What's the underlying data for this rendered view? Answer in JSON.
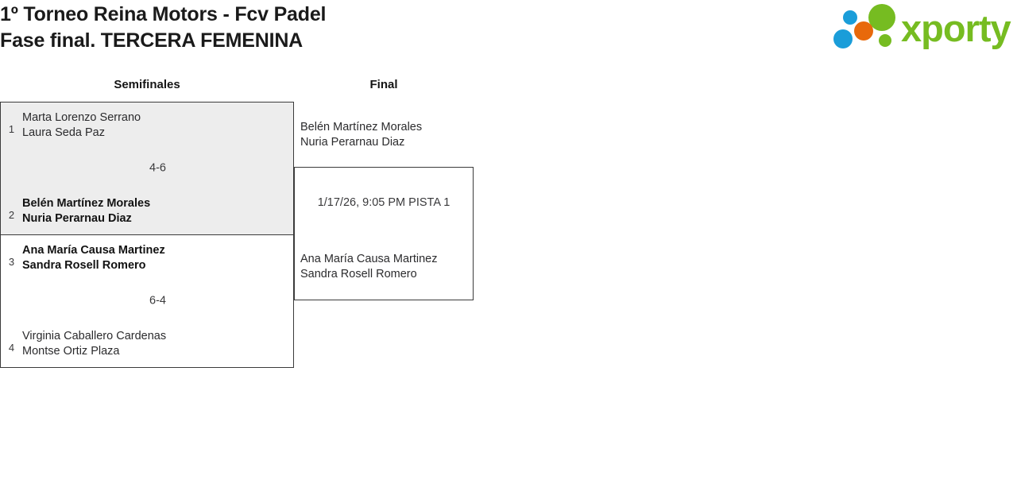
{
  "header": {
    "title_line1": "1º Torneo Reina Motors - Fcv Padel",
    "title_line2": "Fase final. TERCERA FEMENINA",
    "logo_text": "xporty",
    "logo_colors": {
      "green": "#76bc21",
      "orange": "#e8690b",
      "blue": "#1a9dd9"
    }
  },
  "bracket": {
    "rounds": [
      {
        "name": "semifinales",
        "label": "Semifinales"
      },
      {
        "name": "final",
        "label": "Final"
      }
    ],
    "semifinals": [
      {
        "shaded": true,
        "score": "4-6",
        "teams": [
          {
            "seed": "1",
            "winner": false,
            "player1": "Marta Lorenzo Serrano",
            "player2": "Laura Seda Paz"
          },
          {
            "seed": "2",
            "winner": true,
            "player1": "Belén Martínez Morales",
            "player2": "Nuria Perarnau Diaz"
          }
        ]
      },
      {
        "shaded": false,
        "score": "6-4",
        "teams": [
          {
            "seed": "3",
            "winner": true,
            "player1": "Ana María Causa Martinez",
            "player2": "Sandra Rosell Romero"
          },
          {
            "seed": "4",
            "winner": false,
            "player1": "Virginia Caballero Cardenas",
            "player2": "Montse Ortiz Plaza"
          }
        ]
      }
    ],
    "final": {
      "meta": "1/17/26, 9:05 PM PISTA 1",
      "teams": [
        {
          "winner": false,
          "player1": "Belén Martínez Morales",
          "player2": "Nuria Perarnau Diaz"
        },
        {
          "winner": false,
          "player1": "Ana María Causa Martinez",
          "player2": "Sandra Rosell Romero"
        }
      ]
    }
  }
}
